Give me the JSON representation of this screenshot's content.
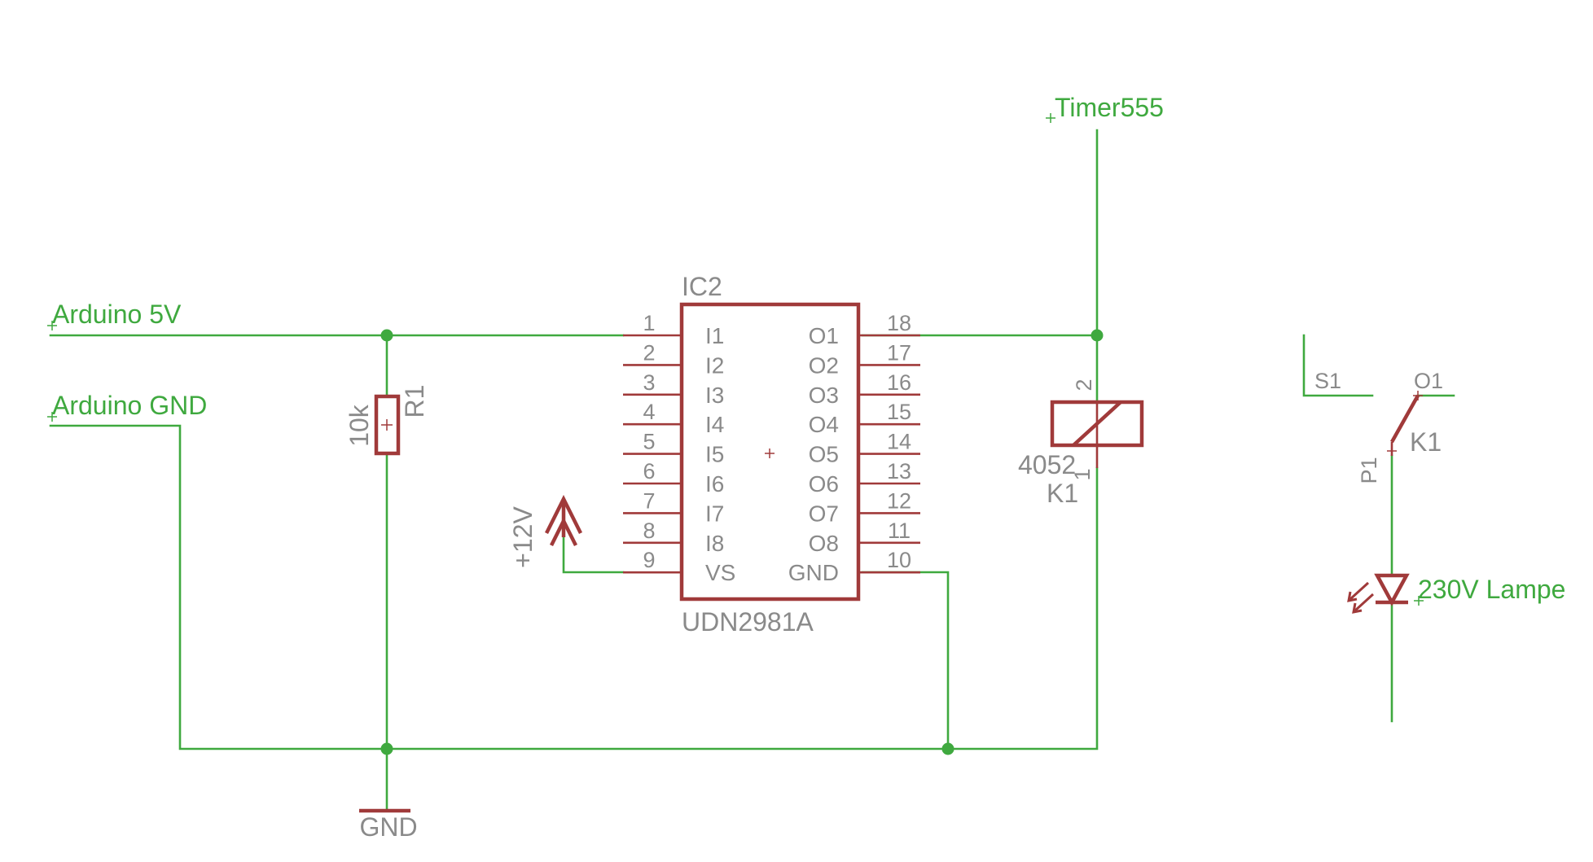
{
  "nets": {
    "arduino_5v": "Arduino 5V",
    "arduino_gnd": "Arduino GND",
    "timer555": "Timer555",
    "lamp": "230V Lampe"
  },
  "ic2": {
    "name": "IC2",
    "value": "UDN2981A",
    "left_pins": [
      {
        "num": "1",
        "name": "I1"
      },
      {
        "num": "2",
        "name": "I2"
      },
      {
        "num": "3",
        "name": "I3"
      },
      {
        "num": "4",
        "name": "I4"
      },
      {
        "num": "5",
        "name": "I5"
      },
      {
        "num": "6",
        "name": "I6"
      },
      {
        "num": "7",
        "name": "I7"
      },
      {
        "num": "8",
        "name": "I8"
      },
      {
        "num": "9",
        "name": "VS"
      }
    ],
    "right_pins": [
      {
        "num": "18",
        "name": "O1"
      },
      {
        "num": "17",
        "name": "O2"
      },
      {
        "num": "16",
        "name": "O3"
      },
      {
        "num": "15",
        "name": "O4"
      },
      {
        "num": "14",
        "name": "O5"
      },
      {
        "num": "13",
        "name": "O6"
      },
      {
        "num": "12",
        "name": "O7"
      },
      {
        "num": "11",
        "name": "O8"
      },
      {
        "num": "10",
        "name": "GND"
      }
    ]
  },
  "r1": {
    "name": "R1",
    "value": "10k"
  },
  "supply": {
    "label": "+12V"
  },
  "gnd_symbol": {
    "label": "GND"
  },
  "relay_coil": {
    "value": "4052",
    "name": "K1",
    "pin": "2",
    "pin_mark": "1"
  },
  "relay_switch": {
    "name": "K1",
    "s": "S1",
    "o": "O1",
    "p": "P1"
  },
  "colors": {
    "wire": "#3fa93f",
    "part": "#a03a3a",
    "text": "#8a8a8a"
  }
}
